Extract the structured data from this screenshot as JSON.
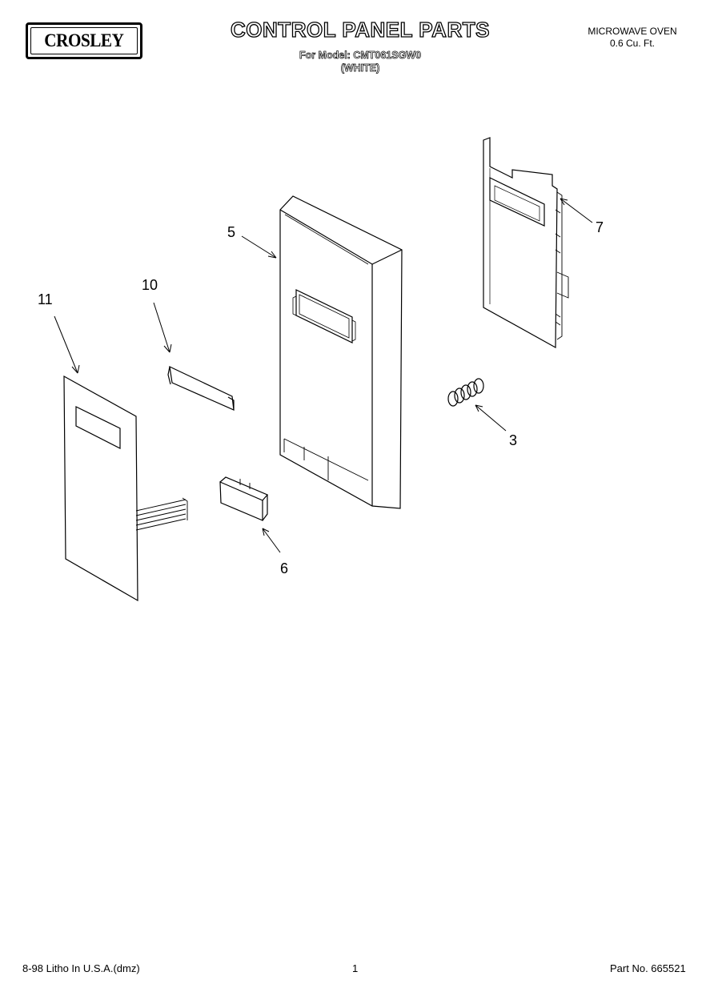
{
  "header": {
    "brand": "CROSLEY",
    "title": "CONTROL PANEL PARTS",
    "model_line": "For Model: CMT061SGW0",
    "color_line": "(WHITE)",
    "product_line1": "MICROWAVE OVEN",
    "product_line2": "0.6 Cu. Ft."
  },
  "callouts": {
    "part_11": "11",
    "part_10": "10",
    "part_5": "5",
    "part_7": "7",
    "part_3": "3",
    "part_6": "6"
  },
  "footer": {
    "print_info": "8-98 Litho In U.S.A.(dmz)",
    "page_number": "1",
    "part_number": "Part No. 665521"
  }
}
